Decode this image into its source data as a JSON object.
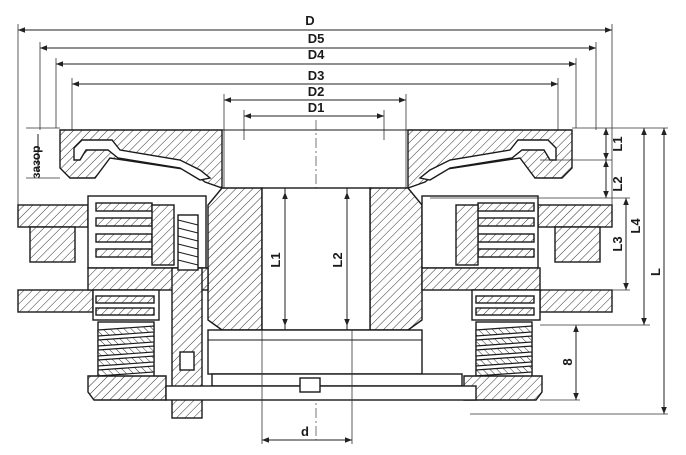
{
  "diagram": {
    "dimension_labels": {
      "D": "D",
      "D5": "D5",
      "D4": "D4",
      "D3": "D3",
      "D2": "D2",
      "D1": "D1",
      "L1_right": "L1",
      "L2_right": "L2",
      "L3": "L3",
      "L4": "L4",
      "L": "L",
      "L1_center": "L1",
      "L2_center": "L2",
      "s": "8",
      "d": "d",
      "gap": "зазор"
    }
  }
}
